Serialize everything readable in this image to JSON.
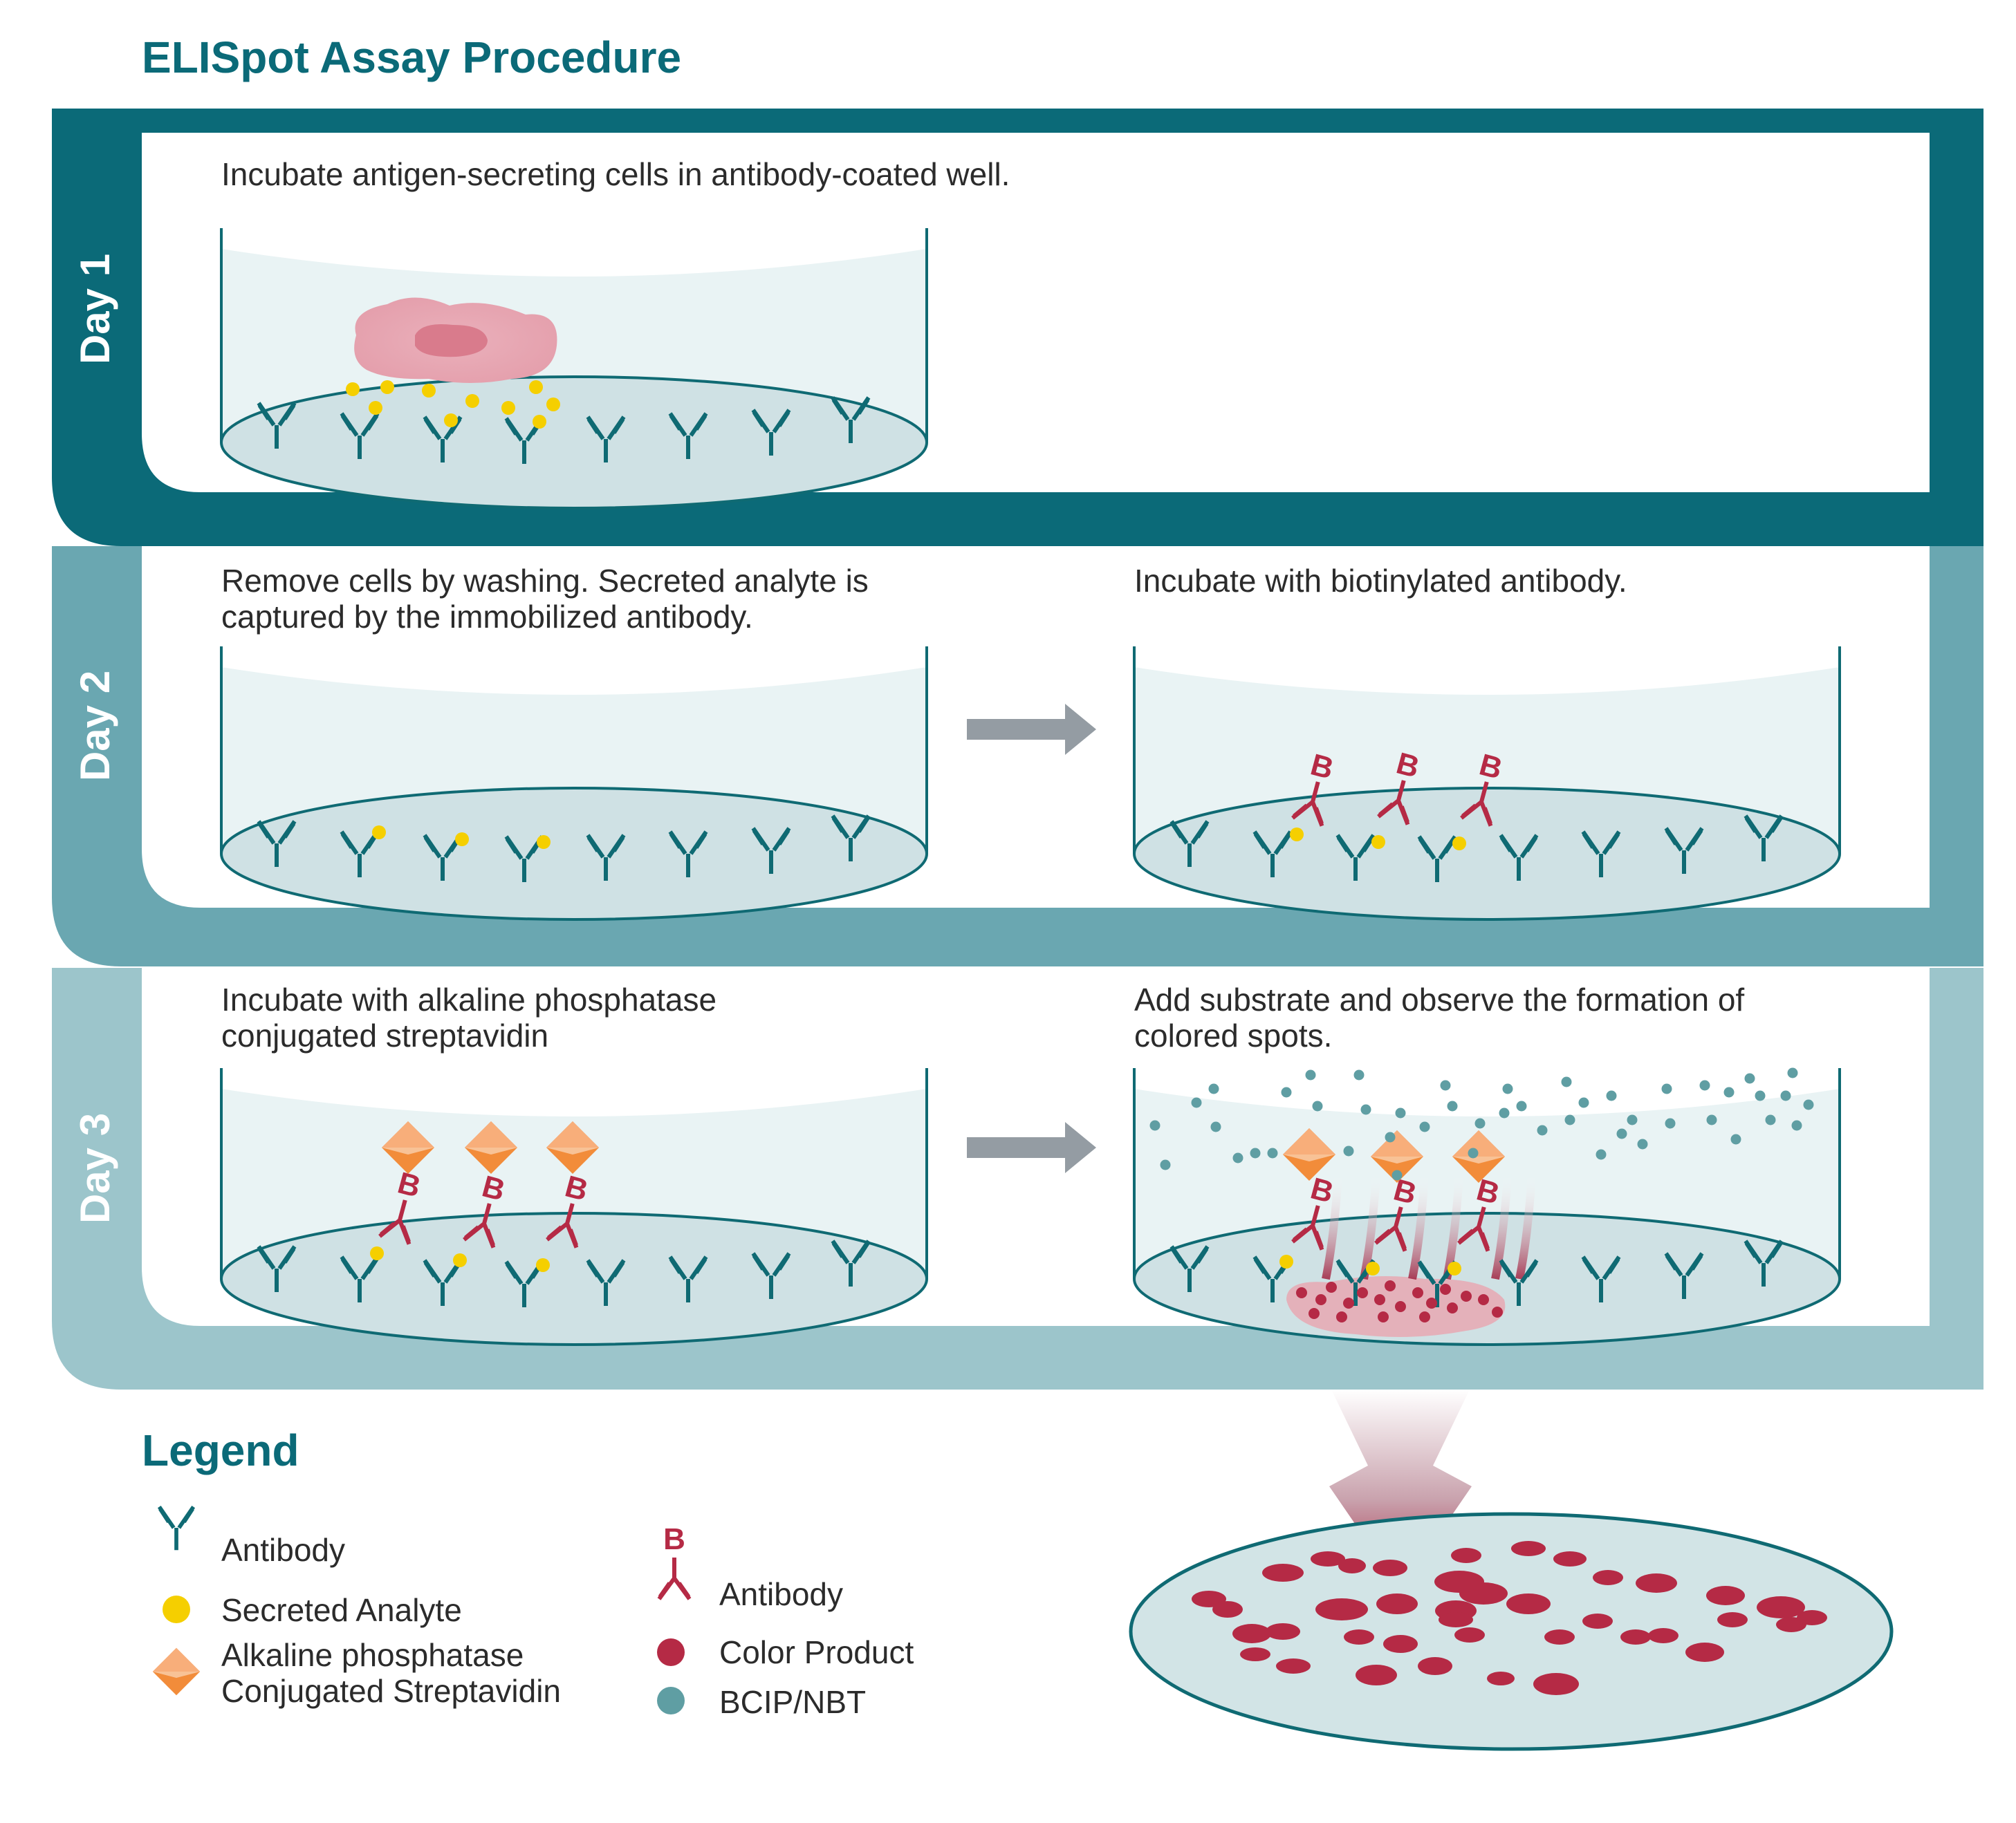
{
  "title": "ELISpot Assay Procedure",
  "days": [
    {
      "label": "Day 1",
      "steps": [
        {
          "lines": [
            "Incubate antigen-secreting cells in antibody-coated well."
          ]
        }
      ]
    },
    {
      "label": "Day 2",
      "steps": [
        {
          "lines": [
            "Remove cells by washing. Secreted analyte is",
            "captured by the immobilized antibody."
          ]
        },
        {
          "lines": [
            "Incubate with biotinylated antibody."
          ]
        }
      ]
    },
    {
      "label": "Day 3",
      "steps": [
        {
          "lines": [
            "Incubate with alkaline phosphatase",
            "conjugated streptavidin"
          ]
        },
        {
          "lines": [
            "Add substrate and observe the formation of",
            "colored spots."
          ]
        }
      ]
    }
  ],
  "biotin_letter": "B",
  "legend": {
    "title": "Legend",
    "items": [
      {
        "icon": "antibody-icon",
        "label": "Antibody"
      },
      {
        "icon": "secreted-analyte-icon",
        "label": "Secreted Analyte"
      },
      {
        "icon": "ap-streptavidin-icon",
        "label": "Alkaline phosphatase\nConjugated Streptavidin",
        "lines": [
          "Alkaline phosphatase",
          "Conjugated Streptavidin"
        ]
      },
      {
        "icon": "biotinylated-antibody-icon",
        "label": "Antibody"
      },
      {
        "icon": "color-product-icon",
        "label": "Color Product"
      },
      {
        "icon": "bcip-nbt-icon",
        "label": "BCIP/NBT"
      }
    ]
  },
  "colors": {
    "title": "#0b6a78",
    "day1": "#0b6a78",
    "day2": "#6aa7b1",
    "day3": "#9cc5cb",
    "antibody": "#0f6a73",
    "analyte": "#f5cf00",
    "biotin": "#b52a45",
    "streptavidin": "#f28c3a",
    "bcip": "#5f9ea3",
    "well_fill": "#e9f3f4",
    "well_bottom": "#cfe1e4",
    "arrow": "#949ca3",
    "cell": "#e7a8b3"
  }
}
